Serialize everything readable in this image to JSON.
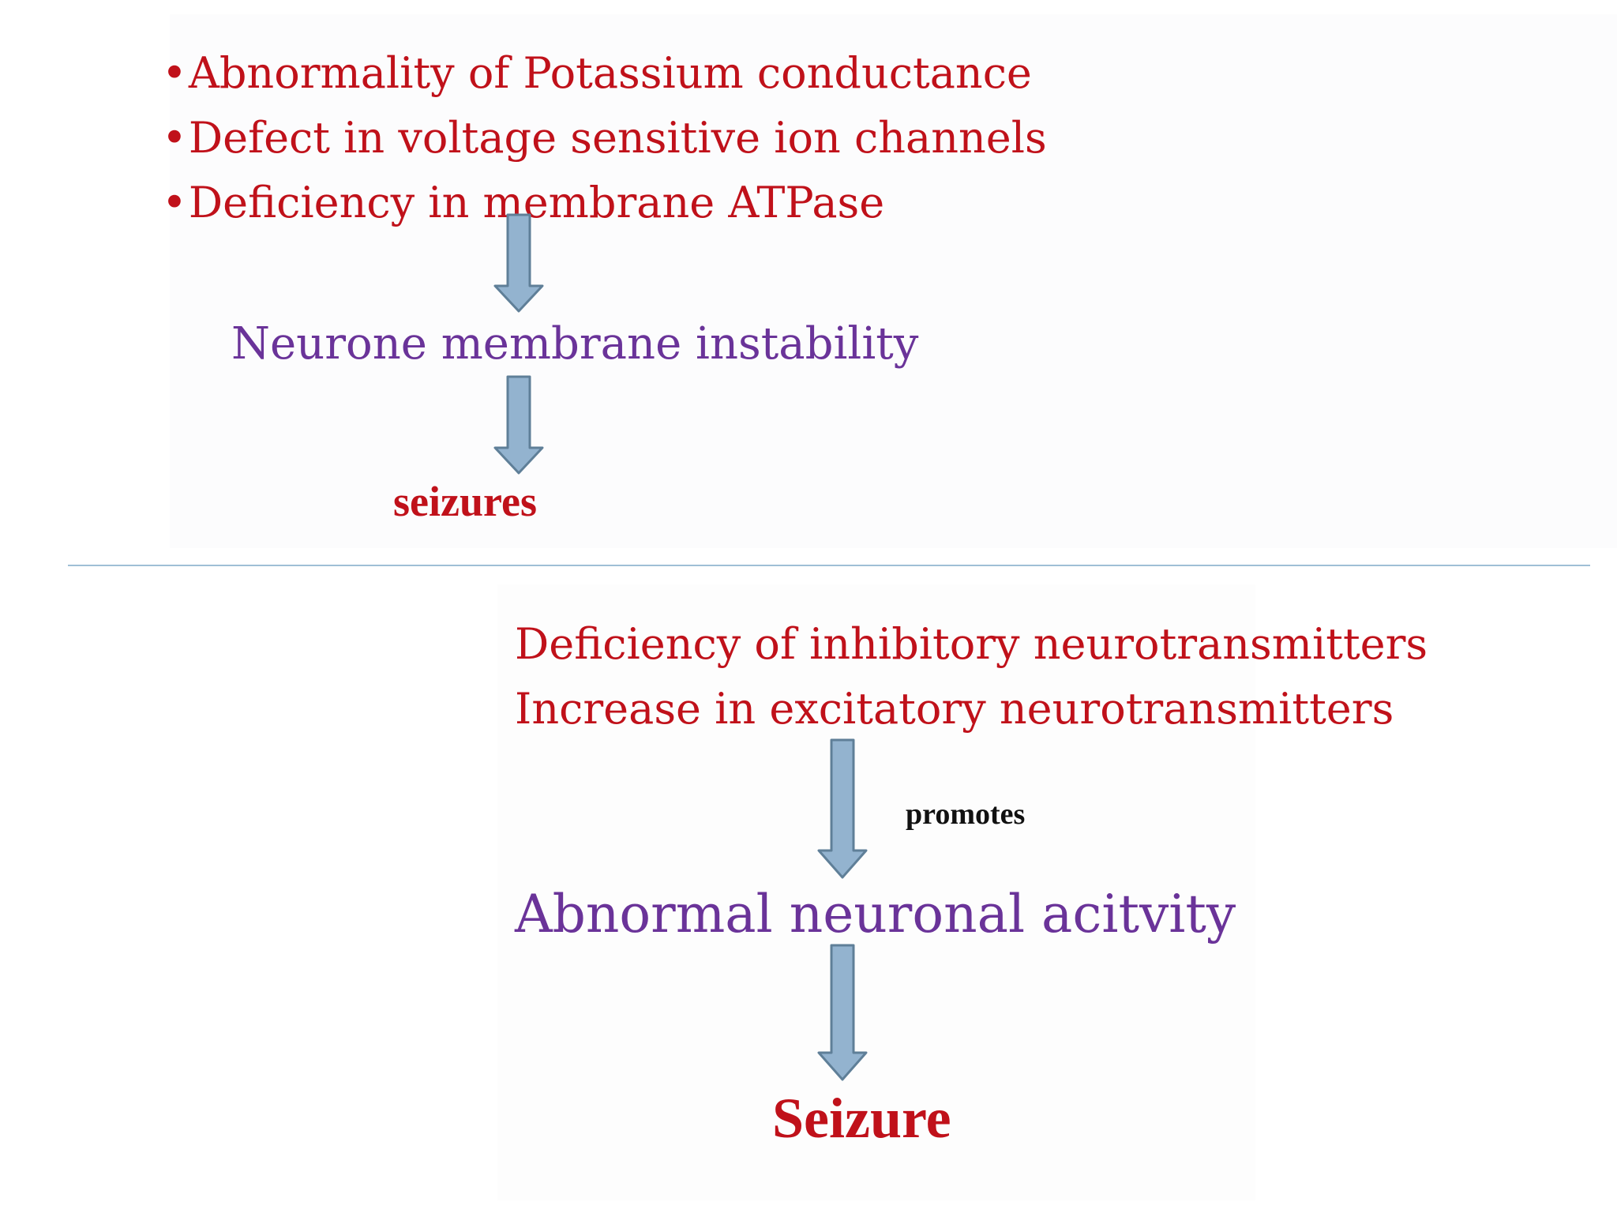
{
  "top": {
    "causes": [
      "Abnormality of Potassium conductance",
      "Defect in voltage sensitive ion channels",
      "Deficiency in membrane ATPase"
    ],
    "intermediate": "Neurone membrane instability",
    "outcome": "seizures"
  },
  "bottom": {
    "causes": [
      "Deficiency of inhibitory neurotransmitters",
      "Increase in excitatory neurotransmitters"
    ],
    "arrow_label": "promotes",
    "intermediate": "Abnormal neuronal acitvity",
    "outcome": "Seizure"
  },
  "colors": {
    "cause_text": "#c0111a",
    "intermediate_text": "#6a3399",
    "arrow_fill": "#93b3cf",
    "arrow_stroke": "#5f7f98",
    "divider": "#9fbfd6"
  }
}
